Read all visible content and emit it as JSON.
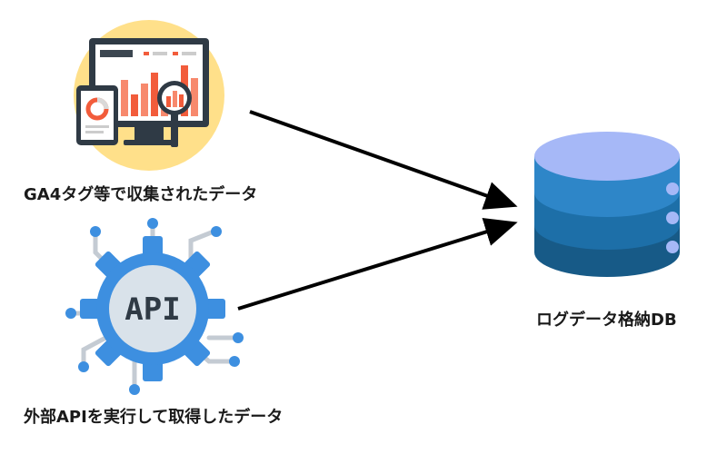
{
  "labels": {
    "ga4": "GA4タグ等で収集されたデータ",
    "api": "外部APIを実行して取得したデータ",
    "db": "ログデータ格納DB"
  },
  "api_icon": {
    "text": "API"
  },
  "icons": {
    "analytics": "analytics-dashboard-icon",
    "api": "api-gear-icon",
    "database": "database-icon"
  },
  "colors": {
    "analytics_circle": "#FFE08A",
    "chart_bars": "#F25C3B",
    "gear": "#3D8FE0",
    "db_top": "#A6B8F7",
    "db_upper": "#2E86C8",
    "db_middle": "#1D6FA8",
    "db_lower": "#175A87",
    "arrow": "#000000"
  }
}
